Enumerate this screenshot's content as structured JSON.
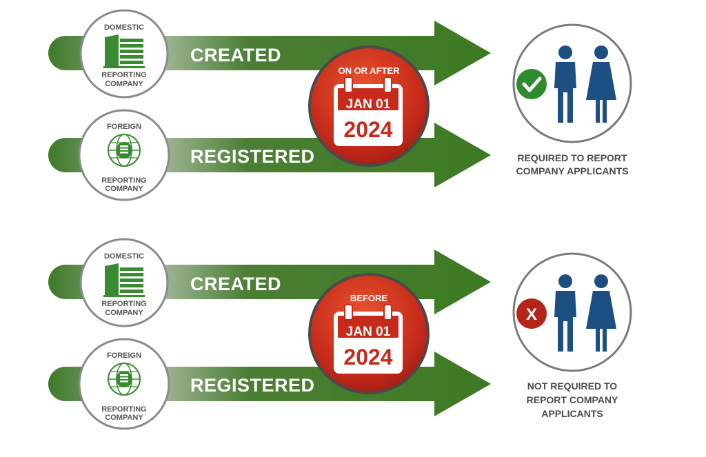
{
  "sections": [
    {
      "domestic": {
        "top": "DOMESTIC",
        "bottom1": "REPORTING",
        "bottom2": "COMPANY"
      },
      "foreign": {
        "top": "FOREIGN",
        "bottom1": "REPORTING",
        "bottom2": "COMPANY"
      },
      "arrow1_label": "CREATED",
      "arrow2_label": "REGISTERED",
      "date_badge": {
        "qualifier": "ON OR AFTER",
        "month_day": "JAN 01",
        "year": "2024"
      },
      "result": {
        "status": "check",
        "status_color": "#2e8b2e",
        "caption_lines": [
          "REQUIRED TO REPORT",
          "COMPANY APPLICANTS"
        ]
      }
    },
    {
      "domestic": {
        "top": "DOMESTIC",
        "bottom1": "REPORTING",
        "bottom2": "COMPANY"
      },
      "foreign": {
        "top": "FOREIGN",
        "bottom1": "REPORTING",
        "bottom2": "COMPANY"
      },
      "arrow1_label": "CREATED",
      "arrow2_label": "REGISTERED",
      "date_badge": {
        "qualifier": "BEFORE",
        "month_day": "JAN 01",
        "year": "2024"
      },
      "result": {
        "status": "x",
        "status_mark": "X",
        "status_color": "#b5241b",
        "caption_lines": [
          "NOT REQUIRED TO",
          "REPORT COMPANY",
          "APPLICANTS"
        ]
      }
    }
  ],
  "colors": {
    "arrow_green": "#3f7a2a",
    "icon_green": "#3a8a32",
    "person_blue": "#1c4f82",
    "badge_red": "#c62a1a",
    "circle_border": "#8a8a8a"
  }
}
